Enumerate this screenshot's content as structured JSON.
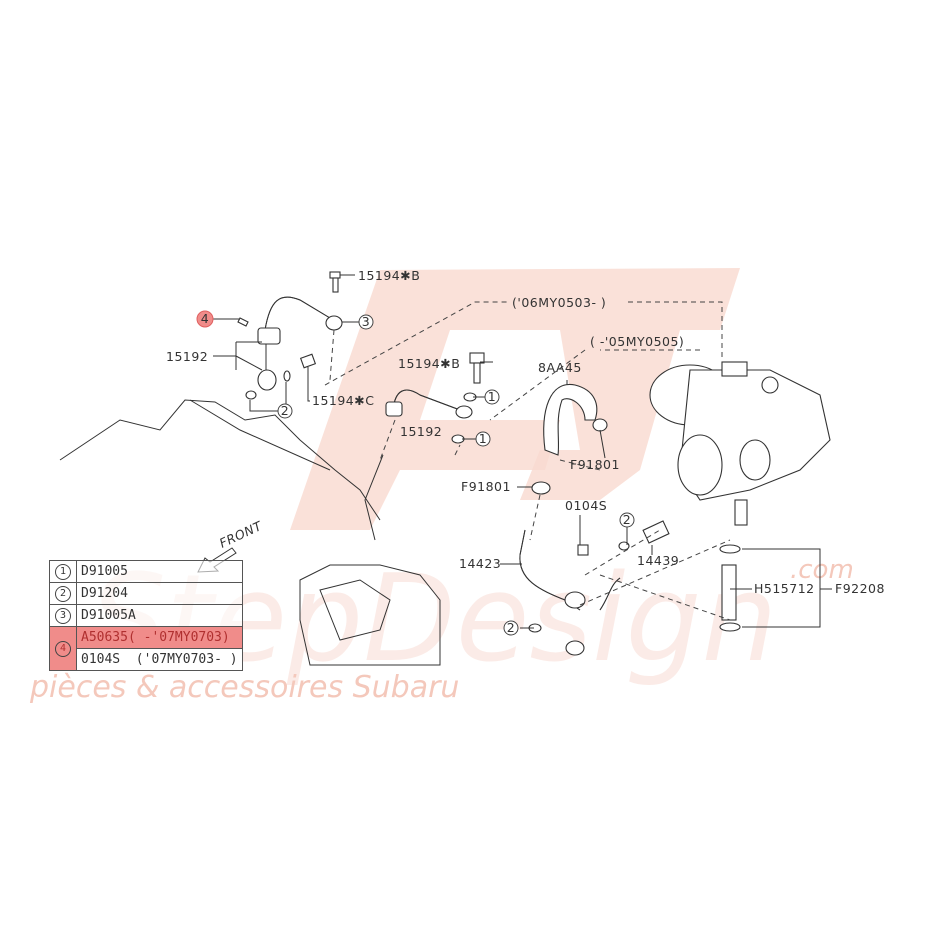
{
  "watermark": {
    "brand": "StepDesign",
    "tagline": "pièces & accessoires Subaru",
    "domain": ".com"
  },
  "labels": {
    "bolt_b_top": "15194✱B",
    "pipe_left": "15192",
    "bolt_c": "15194✱C",
    "bolt_b_mid": "15194✱B",
    "pipe_mid": "15192",
    "range_06": "('06MY0503- )",
    "range_05": "( -'05MY0505)",
    "hose_8aa45": "8AA45",
    "clip_f91801_a": "F91801",
    "clip_f91801_b": "F91801",
    "bolt_0104s": "0104S",
    "bolt_14439": "14439",
    "pipe_14423": "14423",
    "hose_h515712": "H515712",
    "clip_f92208": "F92208",
    "front": "FRONT"
  },
  "callouts": {
    "c1": "1",
    "c2": "2",
    "c3": "3",
    "c4": "4"
  },
  "legend": [
    {
      "ref": "1",
      "part": "D91005"
    },
    {
      "ref": "2",
      "part": "D91204"
    },
    {
      "ref": "3",
      "part": "D91005A"
    },
    {
      "ref": "4",
      "part": "A50635",
      "note": "( -'07MY0703)"
    },
    {
      "ref": "",
      "part": "0104S",
      "note": "('07MY0703- )"
    }
  ],
  "colors": {
    "highlight": "#f08c8a",
    "watermark": "#f9d9cf"
  }
}
